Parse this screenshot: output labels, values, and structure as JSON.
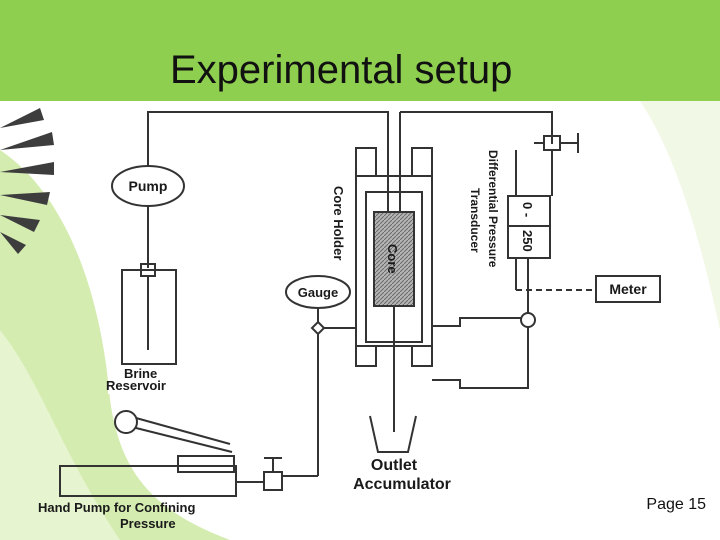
{
  "slide": {
    "title": "Experimental setup",
    "page_number": "Page 15"
  },
  "diagram": {
    "labels": {
      "pump": "Pump",
      "brine_reservoir_line1": "Brine",
      "brine_reservoir_line2": "Reservoir",
      "gauge": "Gauge",
      "core_holder": "Core Holder",
      "core": "Core",
      "transducer_line1": "Differential Pressure",
      "transducer_line2": "Transducer",
      "transducer_range_a": "0 -",
      "transducer_range_b": "250",
      "meter": "Meter",
      "outlet_accumulator_line1": "Outlet",
      "outlet_accumulator_line2": "Accumulator",
      "hand_pump_line1": "Hand Pump for Confining",
      "hand_pump_line2": "Pressure"
    }
  },
  "colors": {
    "title_bar": "#8fcf50",
    "background_swoosh": "#cfe9a8",
    "sunburst": "#3d3d3d",
    "diagram_stroke": "#333333",
    "core_fill": "#9a9a9a"
  }
}
